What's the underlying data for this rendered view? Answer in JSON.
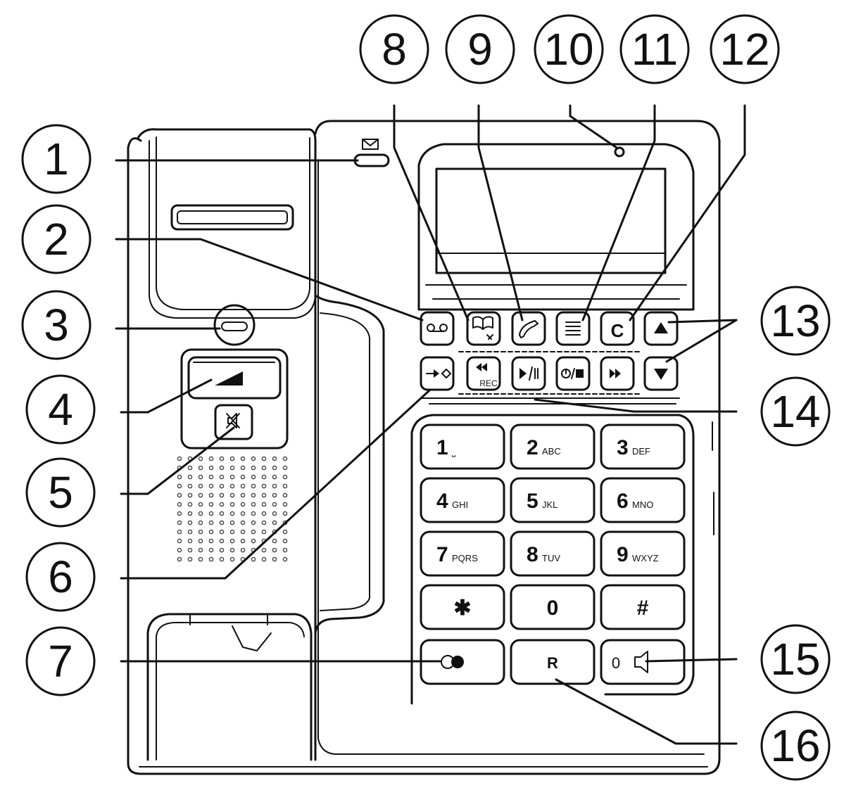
{
  "callouts": [
    {
      "num": "1"
    },
    {
      "num": "2"
    },
    {
      "num": "3"
    },
    {
      "num": "4"
    },
    {
      "num": "5"
    },
    {
      "num": "6"
    },
    {
      "num": "7"
    },
    {
      "num": "8"
    },
    {
      "num": "9"
    },
    {
      "num": "10"
    },
    {
      "num": "11"
    },
    {
      "num": "12"
    },
    {
      "num": "13"
    },
    {
      "num": "14"
    },
    {
      "num": "15"
    },
    {
      "num": "16"
    }
  ],
  "keypad": [
    {
      "digit": "1",
      "letters": "⎵"
    },
    {
      "digit": "2",
      "letters": "ABC"
    },
    {
      "digit": "3",
      "letters": "DEF"
    },
    {
      "digit": "4",
      "letters": "GHI"
    },
    {
      "digit": "5",
      "letters": "JKL"
    },
    {
      "digit": "6",
      "letters": "MNO"
    },
    {
      "digit": "7",
      "letters": "PQRS"
    },
    {
      "digit": "8",
      "letters": "TUV"
    },
    {
      "digit": "9",
      "letters": "WXYZ"
    },
    {
      "digit": "✱",
      "letters": ""
    },
    {
      "digit": "0",
      "letters": ""
    },
    {
      "digit": "#",
      "letters": ""
    }
  ],
  "function_keys": {
    "rec_label": "REC",
    "r_label": "R",
    "clear_label": "C",
    "speaker_led": "0"
  },
  "icons": {
    "message_led": "envelope-icon",
    "answering_machine": "voicemail-icon",
    "phonebook": "phonebook-icon",
    "redial": "handset-icon",
    "menu": "menu-icon",
    "clear": "clear-icon",
    "up": "arrow-up-icon",
    "down": "arrow-down-icon",
    "transfer": "transfer-icon",
    "rewind": "rewind-icon",
    "play_pause": "play-pause-icon",
    "onoff_stop": "power-stop-icon",
    "forward": "fast-forward-icon",
    "volume": "volume-icon",
    "mute": "mute-icon",
    "conference": "conference-icon",
    "speaker": "speaker-icon"
  }
}
